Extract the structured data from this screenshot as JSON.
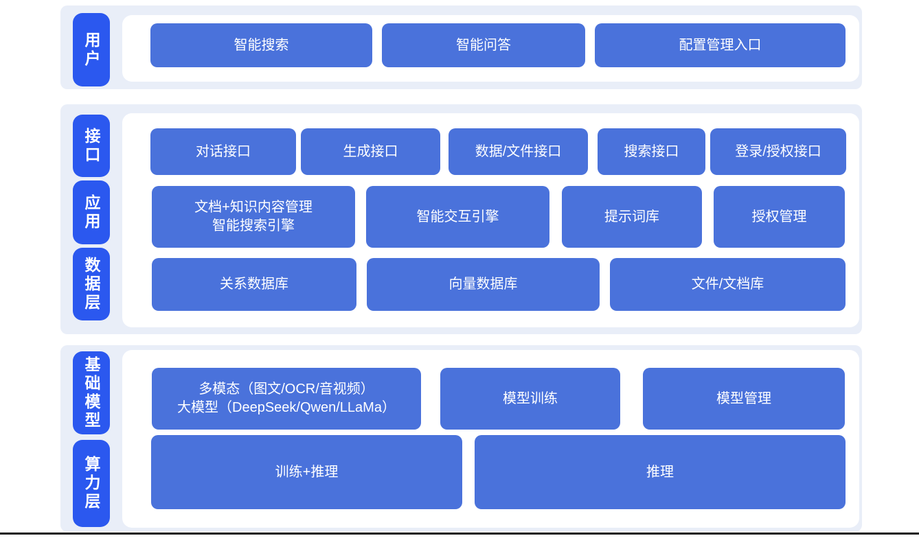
{
  "colors": {
    "layer_label_blue": "#2B58EF",
    "block_blue": "#4A72DB",
    "panel_light_blue": "#E9EEF8",
    "baseline_dark": "#101010"
  },
  "layers": {
    "user": {
      "label": "用户",
      "blocks": {
        "smart_search": "智能搜索",
        "smart_qa": "智能问答",
        "config_entry": "配置管理入口"
      }
    },
    "interface": {
      "label": "接口",
      "blocks": {
        "dialog_api": "对话接口",
        "generate_api": "生成接口",
        "data_file_api": "数据/文件接口",
        "search_api": "搜索接口",
        "login_auth_api": "登录/授权接口"
      }
    },
    "application": {
      "label": "应用",
      "blocks": {
        "doc_engine_line1": "文档+知识内容管理",
        "doc_engine_line2": "智能搜索引擎",
        "interactive_engine": "智能交互引擎",
        "prompt_library": "提示词库",
        "auth_management": "授权管理"
      }
    },
    "data": {
      "label": "数据层",
      "blocks": {
        "relational_db": "关系数据库",
        "vector_db": "向量数据库",
        "file_doc_db": "文件/文档库"
      }
    },
    "foundation": {
      "label": "基础模型",
      "blocks": {
        "multimodal_line1": "多模态（图文/OCR/音视频）",
        "multimodal_line2": "大模型（DeepSeek/Qwen/LLaMa）",
        "model_training": "模型训练",
        "model_management": "模型管理"
      }
    },
    "compute": {
      "label": "算力层",
      "blocks": {
        "training_inference": "训练+推理",
        "inference": "推理"
      }
    }
  }
}
